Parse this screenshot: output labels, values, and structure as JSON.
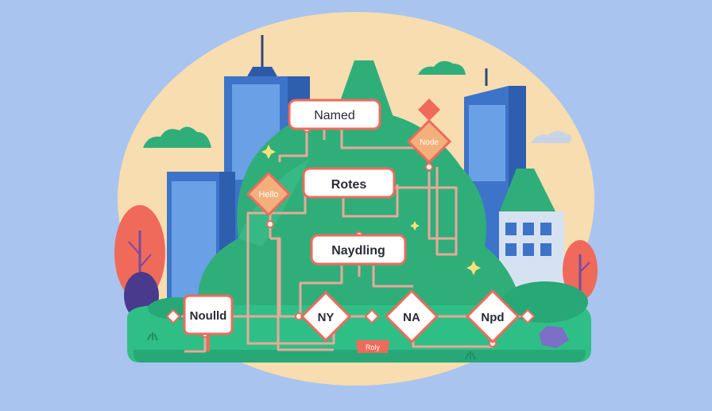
{
  "diagram": {
    "nodes": {
      "named": "Named",
      "rotes": "Rotes",
      "naydling": "Naydling",
      "noulld": "Noulld"
    },
    "decisions": {
      "ny": "NY",
      "na": "NA",
      "npd": "Npd",
      "hello": "Hello",
      "node": "Node"
    },
    "tag": "Roly"
  },
  "colors": {
    "background": "#a9c4ef",
    "sun": "#f7ddb0",
    "hill": "#2fae7a",
    "ground": "#2fbf86",
    "building": "#3d74c9",
    "connector": "#e8a99a",
    "decision": "#f3b07a",
    "accent": "#ef6a5b"
  }
}
